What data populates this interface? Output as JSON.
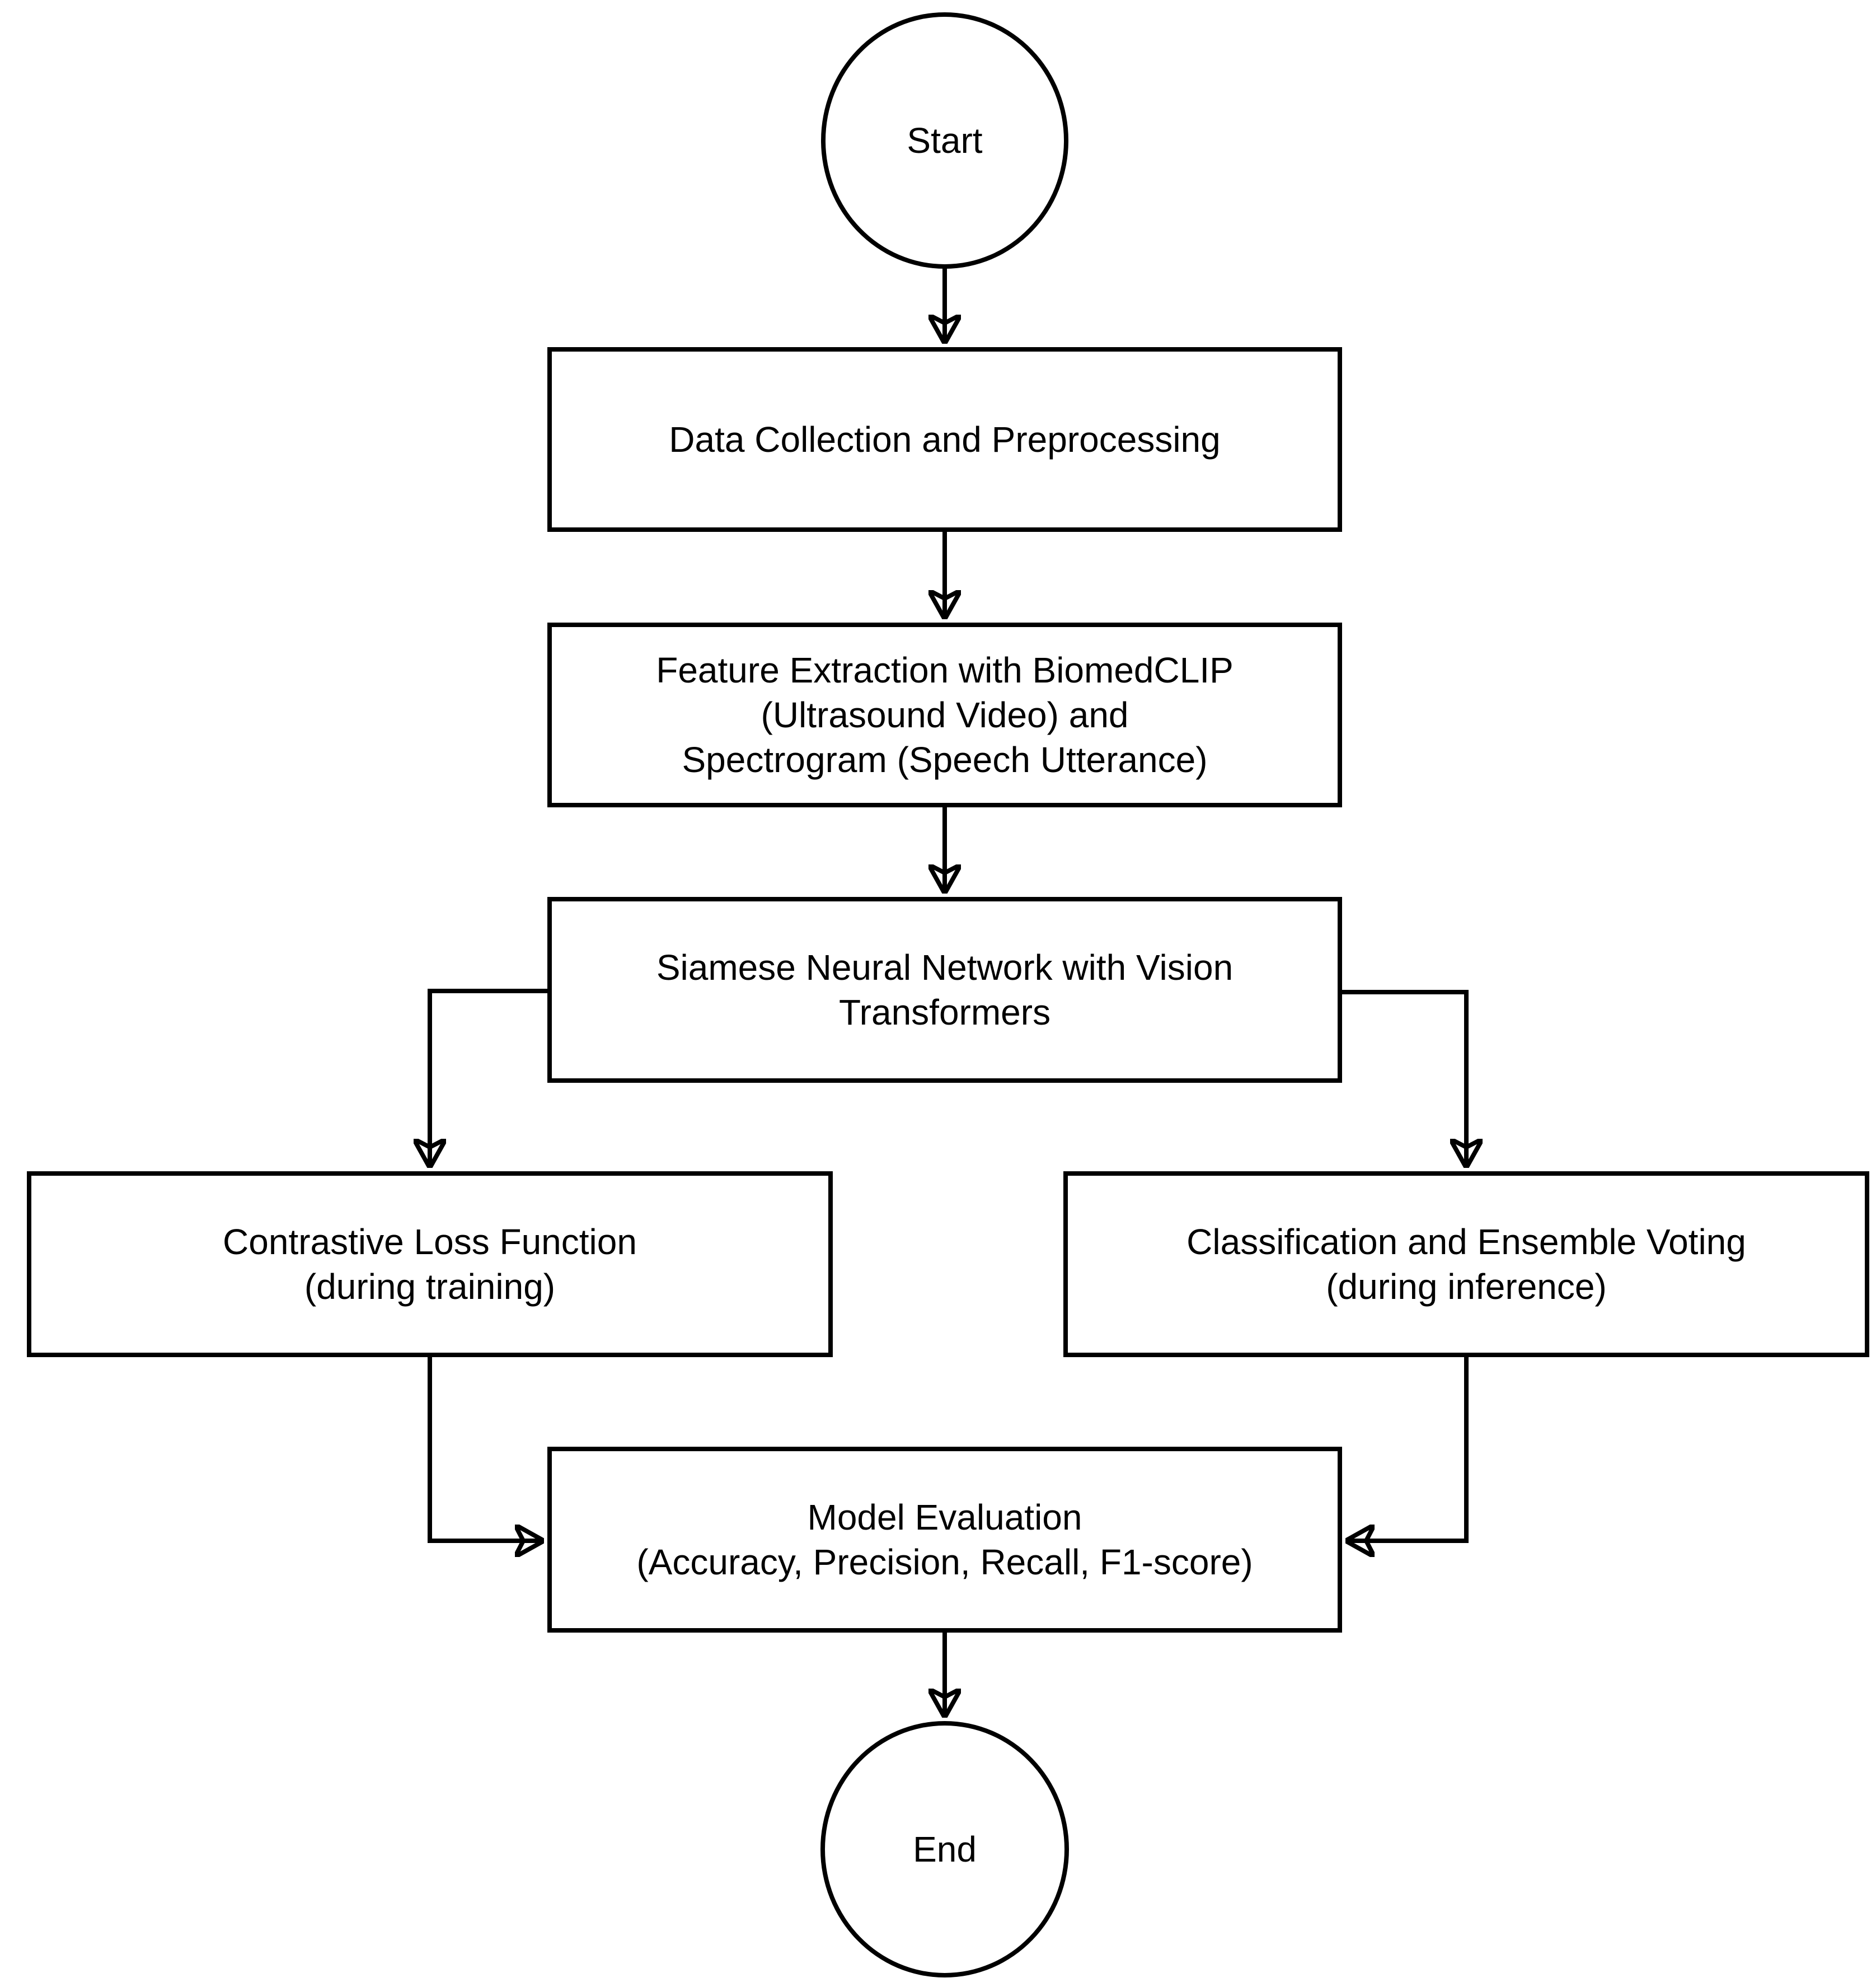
{
  "diagram": {
    "title": "",
    "colors": {
      "background": "#ffffff",
      "node_fill": "#ffffff",
      "stroke": "#000000",
      "text": "#000000"
    },
    "nodes": {
      "start": {
        "type": "ellipse",
        "label": "Start"
      },
      "data_collection": {
        "type": "process",
        "lines": [
          "Data Collection and Preprocessing"
        ]
      },
      "feature_extraction": {
        "type": "process",
        "lines": [
          "Feature Extraction with BiomedCLIP",
          "(Ultrasound Video) and",
          "Spectrogram (Speech Utterance)"
        ]
      },
      "siamese_network": {
        "type": "process",
        "lines": [
          "Siamese Neural Network with Vision",
          "Transformers"
        ]
      },
      "contrastive_loss": {
        "type": "process",
        "lines": [
          "Contrastive Loss Function",
          "(during training)"
        ]
      },
      "classification_voting": {
        "type": "process",
        "lines": [
          "Classification and Ensemble Voting",
          "(during inference)"
        ]
      },
      "model_evaluation": {
        "type": "process",
        "lines": [
          "Model Evaluation",
          "(Accuracy, Precision, Recall, F1-score)"
        ]
      },
      "end": {
        "type": "ellipse",
        "label": "End"
      }
    },
    "edges": [
      {
        "from": "start",
        "to": "data_collection"
      },
      {
        "from": "data_collection",
        "to": "feature_extraction"
      },
      {
        "from": "feature_extraction",
        "to": "siamese_network"
      },
      {
        "from": "siamese_network",
        "to": "contrastive_loss"
      },
      {
        "from": "siamese_network",
        "to": "classification_voting"
      },
      {
        "from": "contrastive_loss",
        "to": "model_evaluation"
      },
      {
        "from": "classification_voting",
        "to": "model_evaluation"
      },
      {
        "from": "model_evaluation",
        "to": "end"
      }
    ]
  }
}
